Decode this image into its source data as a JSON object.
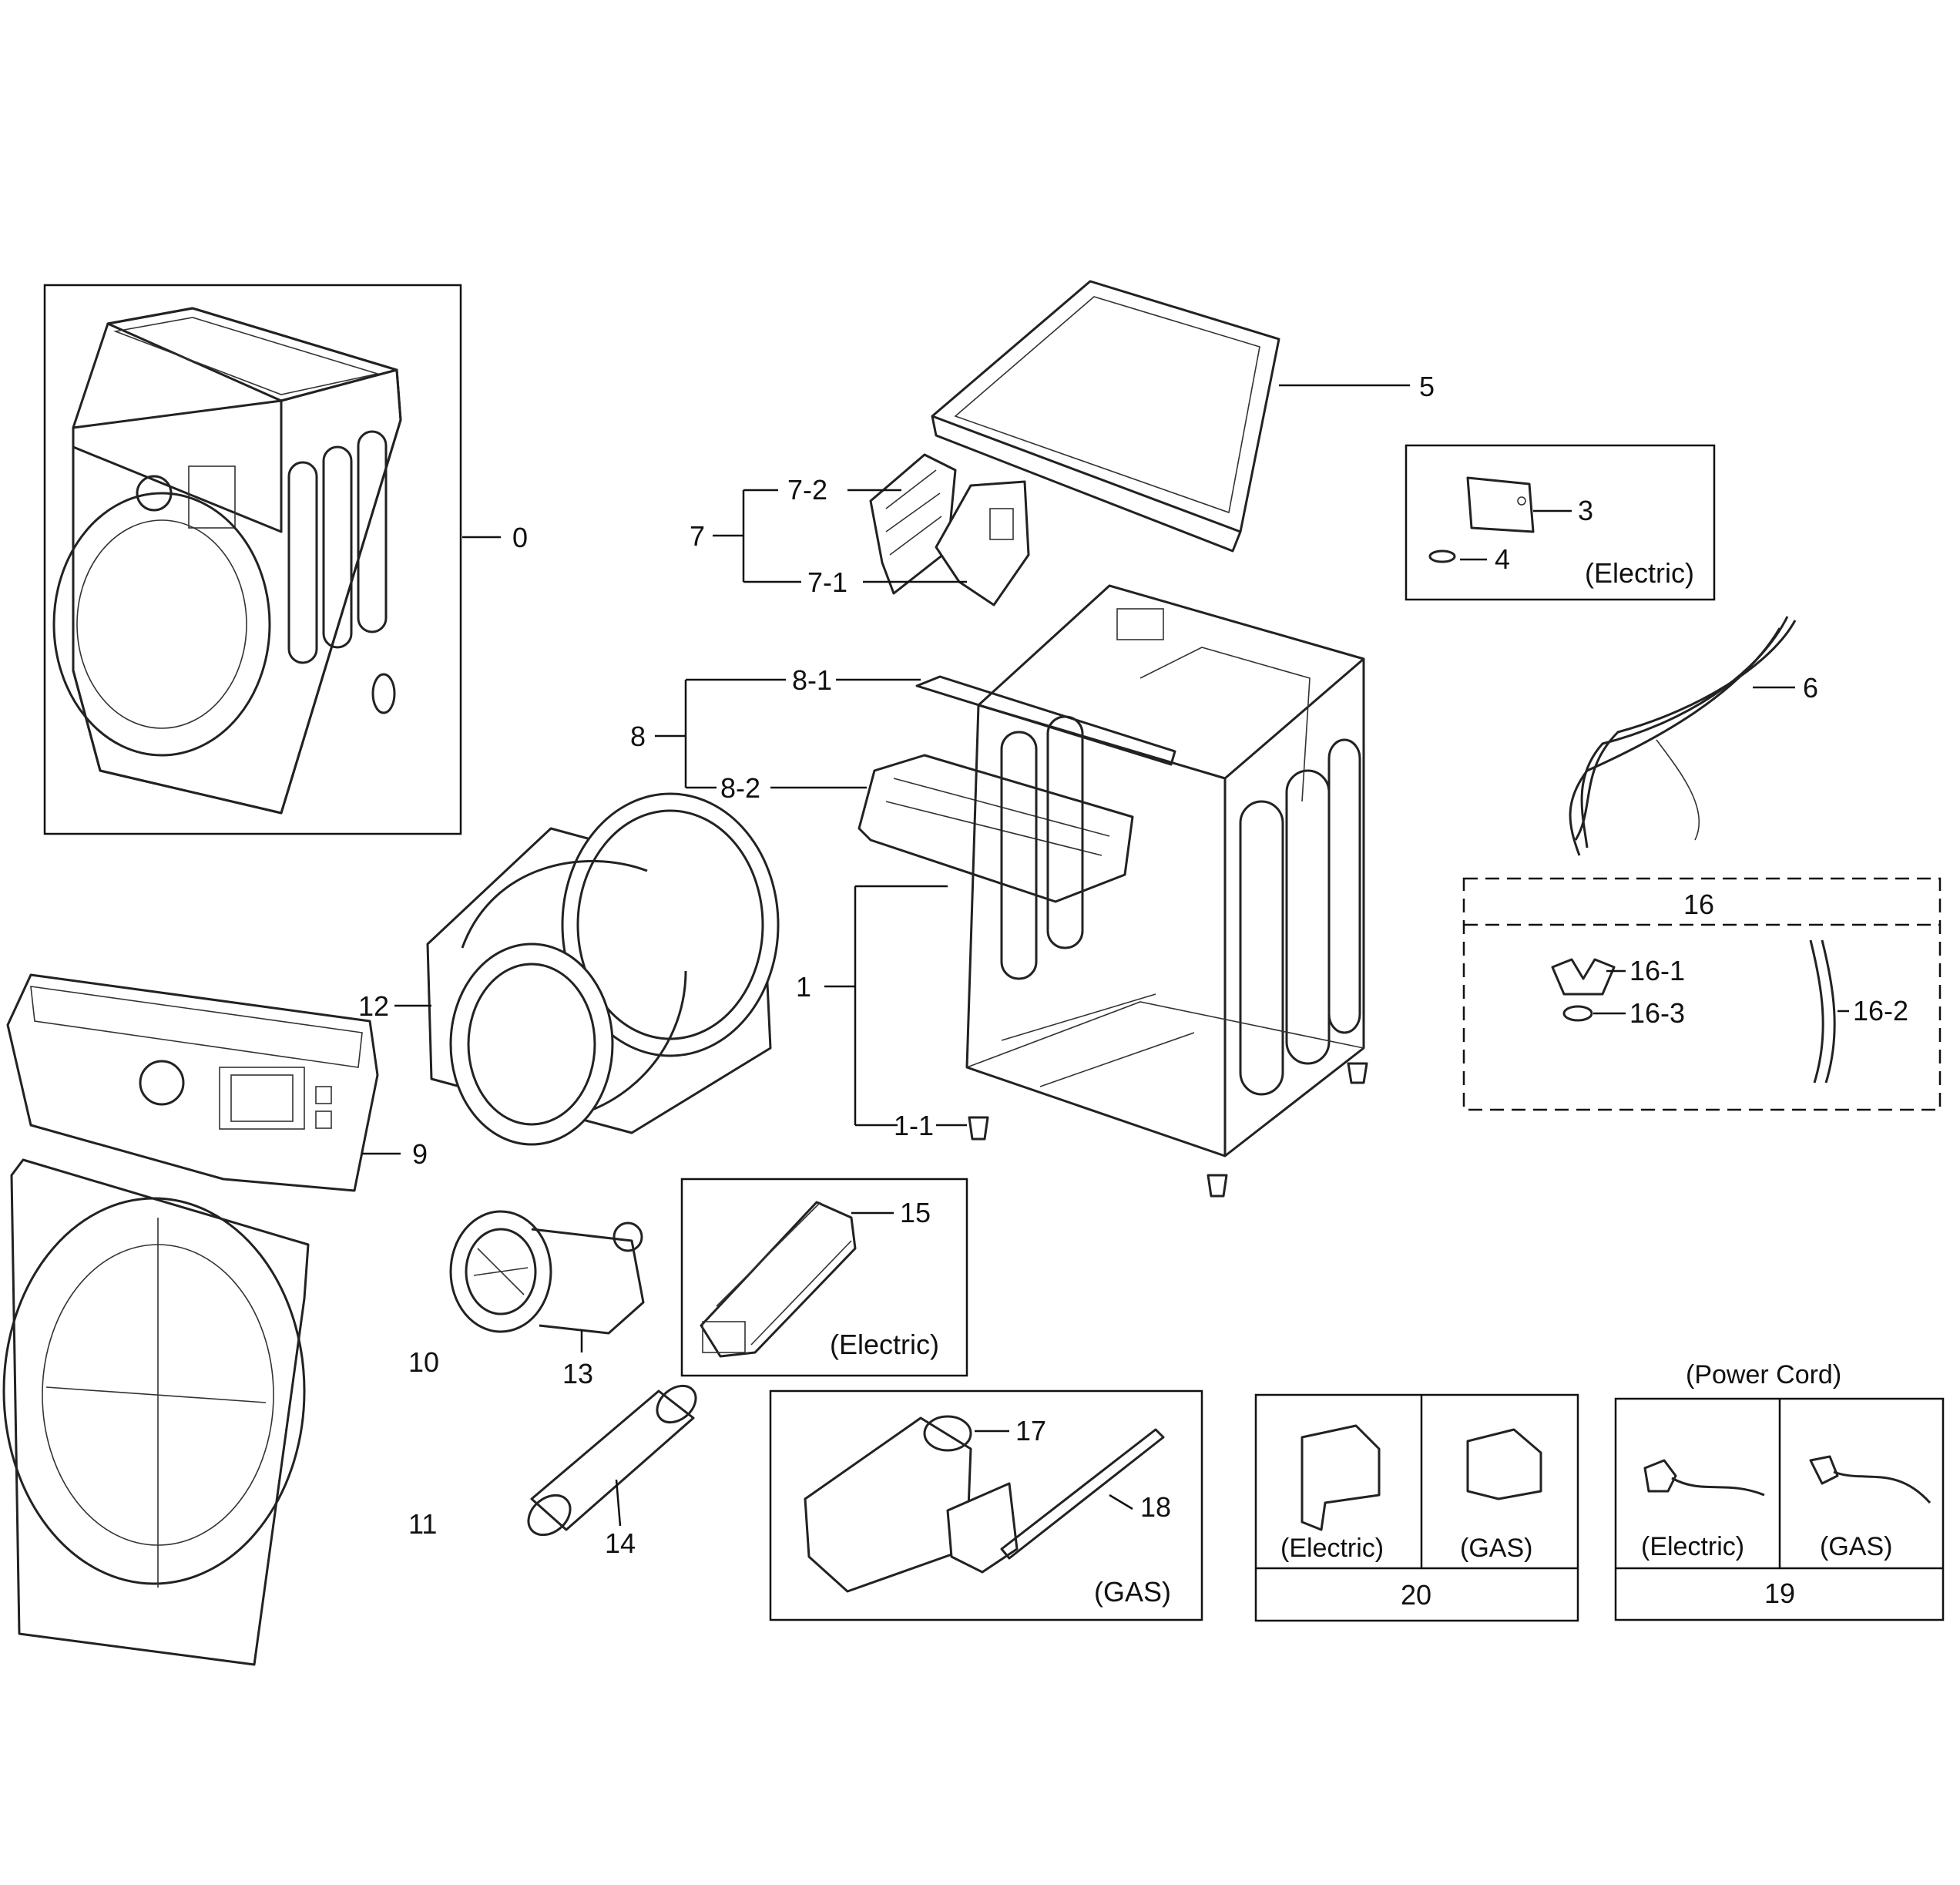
{
  "labels": {
    "p0": "0",
    "p1": "1",
    "p1_1": "1-1",
    "p3": "3",
    "p4": "4",
    "p5": "5",
    "p6": "6",
    "p7": "7",
    "p7_1": "7-1",
    "p7_2": "7-2",
    "p8": "8",
    "p8_1": "8-1",
    "p8_2": "8-2",
    "p9": "9",
    "p10": "10",
    "p11": "11",
    "p12": "12",
    "p13": "13",
    "p14": "14",
    "p15": "15",
    "p16": "16",
    "p16_1": "16-1",
    "p16_2": "16-2",
    "p16_3": "16-3",
    "p17": "17",
    "p18": "18",
    "p19": "19",
    "p20": "20"
  },
  "notes": {
    "electric_ctrl": "(Electric)",
    "electric_heater": "(Electric)",
    "gas_burner": "(GAS)",
    "bracket_electric": "(Electric)",
    "bracket_gas": "(GAS)",
    "power_cord_title": "(Power Cord)",
    "cord_electric": "(Electric)",
    "cord_gas": "(GAS)"
  }
}
